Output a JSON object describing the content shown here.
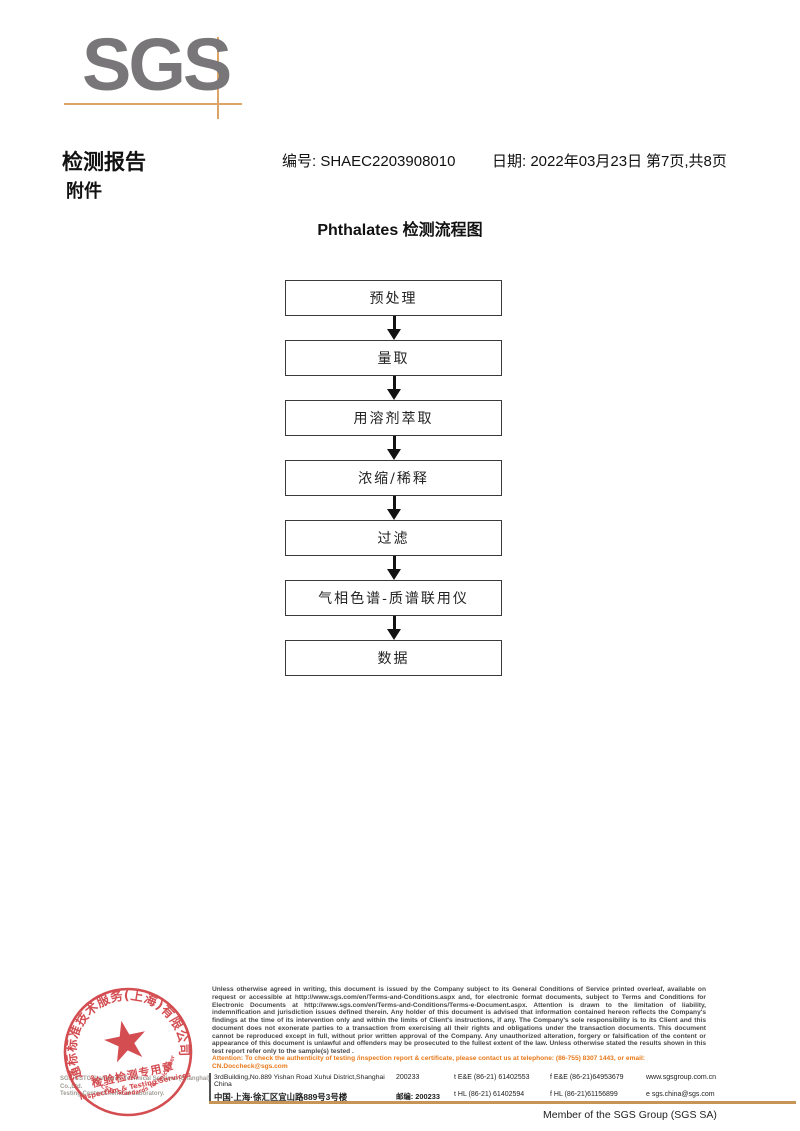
{
  "logo": {
    "text": "SGS"
  },
  "header": {
    "title": "检测报告",
    "report_no": "编号: SHAEC2203908010",
    "date": "日期: 2022年03月23日",
    "page": "第7页,共8页",
    "attachment": "附件"
  },
  "flowchart": {
    "title": "Phthalates 检测流程图",
    "steps": [
      "预处理",
      "量取",
      "用溶剂萃取",
      "浓缩/稀释",
      "过滤",
      "气相色谱-质谱联用仪",
      "数据"
    ]
  },
  "stamp": {
    "arc_top": "通标标准技术服务(上海)有限公司",
    "arc_bottom": "SGS-CSTC Standards Technical Services Co.,Ltd.",
    "center_cn": "检验检测专用章",
    "center_en": "Inspection & Testing Services",
    "color": "#cf3a3f"
  },
  "footer": {
    "company_line1": "SGS-CSTC Standards Technical Services (Shanghai) Co.,Ltd.",
    "company_line2": "Testing Center-Chemical Laboratory.",
    "legal": "Unless otherwise agreed in writing, this document is issued by the Company subject to its General Conditions of Service printed overleaf, available on request or accessible at http://www.sgs.com/en/Terms-and-Conditions.aspx and, for electronic format documents, subject to Terms and Conditions for Electronic Documents at http://www.sgs.com/en/Terms-and-Conditions/Terms-e-Document.aspx. Attention is drawn to the limitation of liability, indemnification and jurisdiction issues defined therein. Any holder of this document is advised that information contained hereon reflects the Company's findings at the time of its intervention only and within the limits of Client's instructions, if any. The Company's sole responsibility is to its Client and this document does not exonerate parties to a transaction from exercising all their rights and obligations under the transaction documents. This document cannot be reproduced except in full, without prior written approval of the Company. Any unauthorized alteration, forgery or falsification of the content or appearance of this document is unlawful and offenders may be prosecuted to the fullest extent of the law. Unless otherwise stated the results shown in this test report refer only to the sample(s) tested .",
    "attention": "Attention: To check the authenticity of testing /inspection report & certificate, please contact us at telephone: (86-755) 8307 1443, or email: CN.Doccheck@sgs.com",
    "address": {
      "rows": [
        {
          "addr": "3rdBuilding,No.889 Yishan Road Xuhui District,Shanghai China",
          "zip": "200233",
          "tel": "t E&E (86-21) 61402553",
          "fax": "f E&E (86-21)64953679",
          "extra": "www.sgsgroup.com.cn"
        },
        {
          "addr": "中国·上海·徐汇区宜山路889号3号楼",
          "zip": "邮编: 200233",
          "tel": "t HL (86-21) 61402594",
          "fax": "f HL (86-21)61156899",
          "extra": "e sgs.china@sgs.com"
        }
      ]
    },
    "member": "Member of the SGS Group (SGS SA)",
    "accent_orange": "#e8791a",
    "rule_tan": "#c79556"
  }
}
